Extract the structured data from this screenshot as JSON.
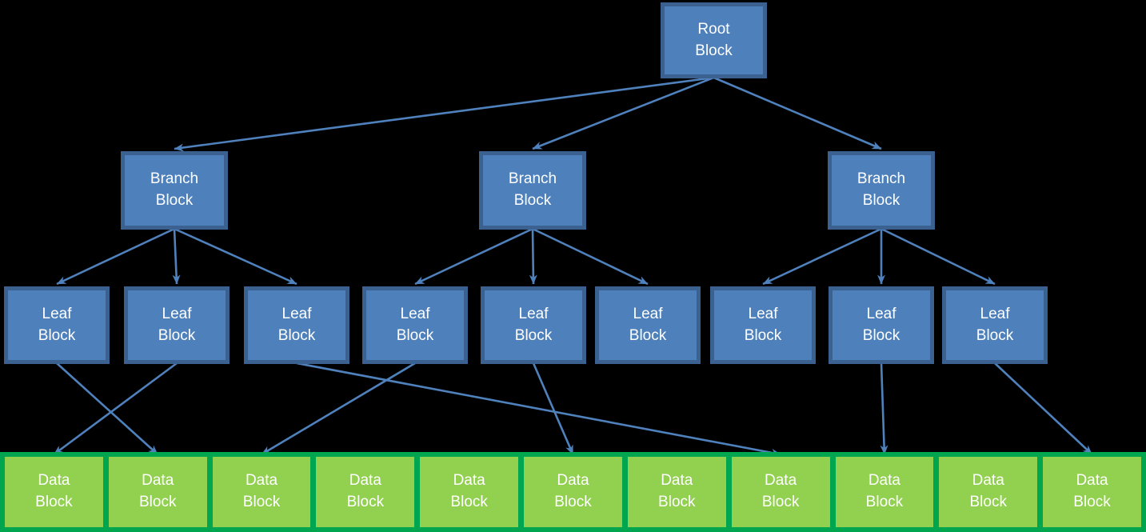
{
  "nodes": {
    "root": {
      "label": "Root Block"
    },
    "branches": [
      {
        "id": "branch-1",
        "label": "Branch Block"
      },
      {
        "id": "branch-2",
        "label": "Branch Block"
      },
      {
        "id": "branch-3",
        "label": "Branch Block"
      }
    ],
    "leaves": [
      {
        "id": "leaf-1",
        "label": "Leaf Block"
      },
      {
        "id": "leaf-2",
        "label": "Leaf Block"
      },
      {
        "id": "leaf-3",
        "label": "Leaf Block"
      },
      {
        "id": "leaf-4",
        "label": "Leaf Block"
      },
      {
        "id": "leaf-5",
        "label": "Leaf Block"
      },
      {
        "id": "leaf-6",
        "label": "Leaf Block"
      },
      {
        "id": "leaf-7",
        "label": "Leaf Block"
      },
      {
        "id": "leaf-8",
        "label": "Leaf Block"
      },
      {
        "id": "leaf-9",
        "label": "Leaf Block"
      }
    ],
    "data_blocks": [
      {
        "id": "data-1",
        "label": "Data Block"
      },
      {
        "id": "data-2",
        "label": "Data Block"
      },
      {
        "id": "data-3",
        "label": "Data Block"
      },
      {
        "id": "data-4",
        "label": "Data Block"
      },
      {
        "id": "data-5",
        "label": "Data Block"
      },
      {
        "id": "data-6",
        "label": "Data Block"
      },
      {
        "id": "data-7",
        "label": "Data Block"
      },
      {
        "id": "data-8",
        "label": "Data Block"
      },
      {
        "id": "data-9",
        "label": "Data Block"
      },
      {
        "id": "data-10",
        "label": "Data Block"
      },
      {
        "id": "data-11",
        "label": "Data Block"
      }
    ]
  },
  "edges": [
    {
      "from": "root",
      "to": "branch-1"
    },
    {
      "from": "root",
      "to": "branch-2"
    },
    {
      "from": "root",
      "to": "branch-3"
    },
    {
      "from": "branch-1",
      "to": "leaf-1"
    },
    {
      "from": "branch-1",
      "to": "leaf-2"
    },
    {
      "from": "branch-1",
      "to": "leaf-3"
    },
    {
      "from": "branch-2",
      "to": "leaf-4"
    },
    {
      "from": "branch-2",
      "to": "leaf-5"
    },
    {
      "from": "branch-2",
      "to": "leaf-6"
    },
    {
      "from": "branch-3",
      "to": "leaf-7"
    },
    {
      "from": "branch-3",
      "to": "leaf-8"
    },
    {
      "from": "branch-3",
      "to": "leaf-9"
    },
    {
      "from": "leaf-1",
      "to": "data-2"
    },
    {
      "from": "leaf-2",
      "to": "data-1"
    },
    {
      "from": "leaf-3",
      "to": "data-8"
    },
    {
      "from": "leaf-4",
      "to": "data-3"
    },
    {
      "from": "leaf-5",
      "to": "data-6"
    },
    {
      "from": "leaf-8",
      "to": "data-9"
    },
    {
      "from": "leaf-9",
      "to": "data-11"
    }
  ],
  "colors": {
    "background": "#000000",
    "block_fill_blue": "#4e80bc",
    "block_border_blue": "#3a618f",
    "arrow": "#4f81bd",
    "data_fill_green": "#92d050",
    "data_border_green": "#00a64f",
    "text": "#ffffff"
  }
}
